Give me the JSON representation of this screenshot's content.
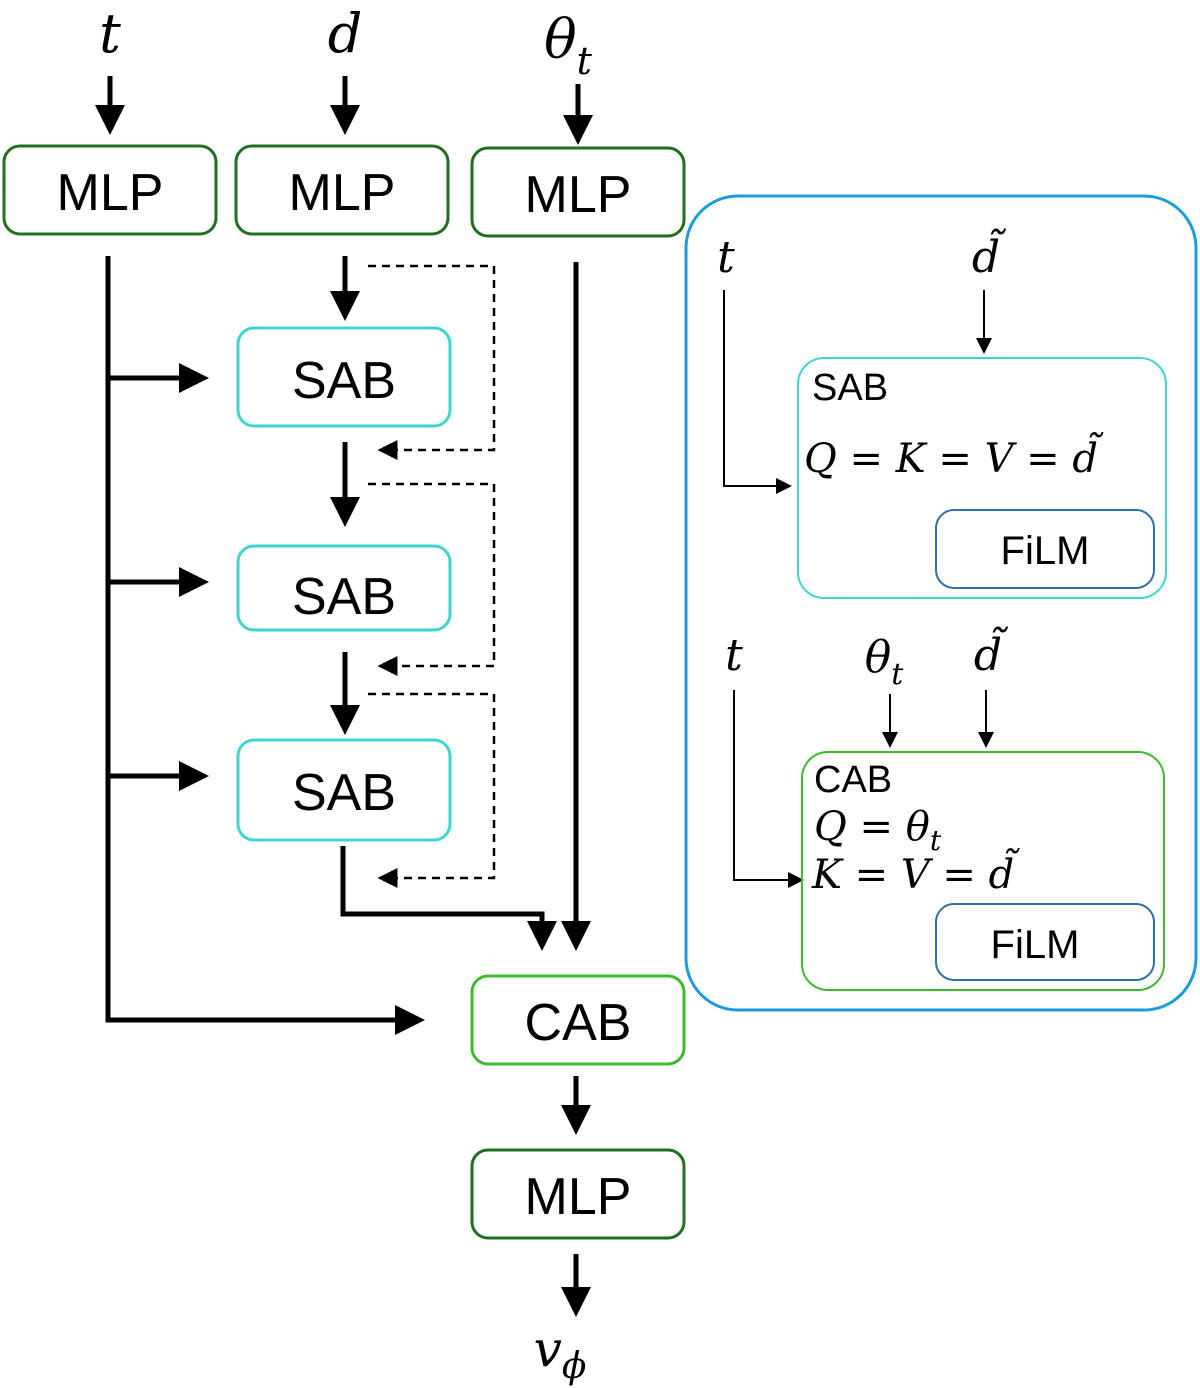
{
  "inputs": {
    "t": "t",
    "d": "d",
    "theta": "θ",
    "theta_sub": "t"
  },
  "main_blocks": {
    "mlp_t": "MLP",
    "mlp_d": "MLP",
    "mlp_theta": "MLP",
    "sab_1": "SAB",
    "sab_2": "SAB",
    "sab_3": "SAB",
    "cab": "CAB",
    "mlp_out": "MLP"
  },
  "output": {
    "v": "v",
    "v_sub": "ϕ"
  },
  "detail_sab": {
    "input_t": "t",
    "input_d": "d̃",
    "title": "SAB",
    "equation": "Q = K = V = d̃",
    "film": "FiLM"
  },
  "detail_cab": {
    "input_t": "t",
    "input_theta": "θ",
    "input_theta_sub": "t",
    "input_d": "d̃",
    "title": "CAB",
    "eq_q": "Q = θ",
    "eq_q_sub": "t",
    "eq_kv": "K = V = d̃",
    "film": "FiLM"
  },
  "colors": {
    "mlp_border": "#1f6f1f",
    "sab_border": "#3fd6d0",
    "cab_border": "#3dbb2b",
    "film_border": "#2a6fb0",
    "detail_panel_border": "#1e9be0",
    "arrow": "#000000"
  }
}
